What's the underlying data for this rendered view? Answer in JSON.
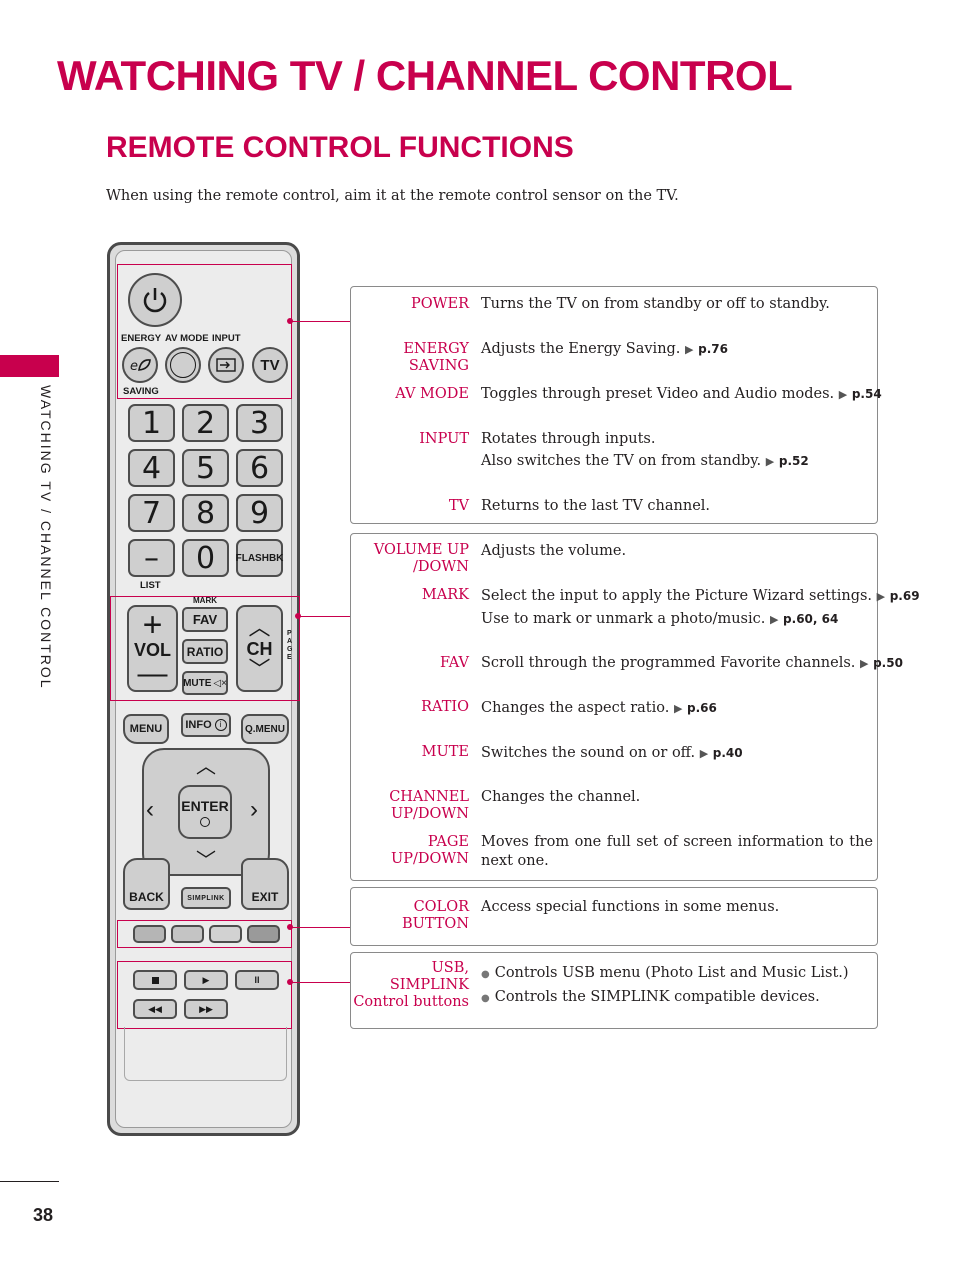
{
  "page": {
    "title": "WATCHING TV / CHANNEL CONTROL",
    "section_title": "REMOTE CONTROL FUNCTIONS",
    "intro": "When using the remote control, aim it at the remote control sensor on the TV.",
    "side_label": "WATCHING TV / CHANNEL CONTROL",
    "page_number": "38",
    "accent_color": "#c8004d"
  },
  "box1": [
    {
      "label": "POWER",
      "lines": [
        {
          "text": "Turns the TV on from standby or off to standby.",
          "ref": ""
        }
      ]
    },
    {
      "label": "ENERGY SAVING",
      "lines": [
        {
          "text": "Adjusts the Energy Saving.",
          "ref": "p.76"
        }
      ]
    },
    {
      "label": "AV MODE",
      "lines": [
        {
          "text": "Toggles through preset Video and Audio modes.",
          "ref": "p.54"
        }
      ]
    },
    {
      "label": "INPUT",
      "lines": [
        {
          "text": "Rotates through inputs.",
          "ref": ""
        },
        {
          "text": "Also switches the TV on from standby.",
          "ref": "p.52"
        }
      ]
    },
    {
      "label": "TV",
      "lines": [
        {
          "text": "Returns to the last TV channel.",
          "ref": ""
        }
      ]
    }
  ],
  "box2": [
    {
      "label1": "VOLUME UP",
      "label2": "/DOWN",
      "lines": [
        {
          "text": "Adjusts the volume.",
          "ref": ""
        }
      ]
    },
    {
      "label1": "MARK",
      "label2": "",
      "lines": [
        {
          "text": "Select the input to apply the Picture Wizard settings.",
          "ref": "p.69"
        },
        {
          "text": "Use to mark or unmark a photo/music.",
          "ref": "p.60, 64"
        }
      ]
    },
    {
      "label1": "FAV",
      "label2": "",
      "lines": [
        {
          "text": "Scroll through the programmed Favorite channels.",
          "ref": "p.50"
        }
      ]
    },
    {
      "label1": "RATIO",
      "label2": "",
      "lines": [
        {
          "text": "Changes the aspect ratio.",
          "ref": "p.66"
        }
      ]
    },
    {
      "label1": "MUTE",
      "label2": "",
      "lines": [
        {
          "text": "Switches the sound on or off.",
          "ref": "p.40"
        }
      ]
    },
    {
      "label1": "CHANNEL",
      "label2": "UP/DOWN",
      "lines": [
        {
          "text": "Changes the channel.",
          "ref": ""
        }
      ]
    },
    {
      "label1": "PAGE",
      "label2": "UP/DOWN",
      "lines": [
        {
          "text": "Moves from one full set of screen information to the next one.",
          "ref": ""
        }
      ]
    }
  ],
  "box3": {
    "label": "COLOR BUTTON",
    "text": "Access special functions in some menus."
  },
  "box4": {
    "label1": "USB,",
    "label2": "SIMPLINK",
    "label3": "Control buttons",
    "items": [
      "Controls USB menu (Photo List and Music List.)",
      "Controls the SIMPLINK compatible devices."
    ]
  },
  "remote": {
    "energy_label": "ENERGY",
    "saving_label": "SAVING",
    "avmode_label": "AV MODE",
    "input_label": "INPUT",
    "tv_label": "TV",
    "digits": [
      "1",
      "2",
      "3",
      "4",
      "5",
      "6",
      "7",
      "8",
      "9"
    ],
    "dash": "–",
    "zero": "0",
    "flashbk": "FLASHBK",
    "list_label": "LIST",
    "mark_label": "MARK",
    "fav": "FAV",
    "ratio": "RATIO",
    "mute": "MUTE",
    "vol": "VOL",
    "ch": "CH",
    "page_letters": "PAGE",
    "menu": "MENU",
    "info": "INFO",
    "qmenu": "Q.MENU",
    "enter": "ENTER",
    "back": "BACK",
    "simplink": "SIMPLINK",
    "exit": "EXIT",
    "color_buttons": [
      "#b5b5b5",
      "#c4c4c4",
      "#d2d2d2",
      "#9a9a9a"
    ],
    "icons": [
      "power-icon",
      "energy-leaf-icon",
      "input-icon",
      "stop-icon",
      "play-icon",
      "pause-icon",
      "rewind-icon",
      "fast-forward-icon"
    ]
  }
}
